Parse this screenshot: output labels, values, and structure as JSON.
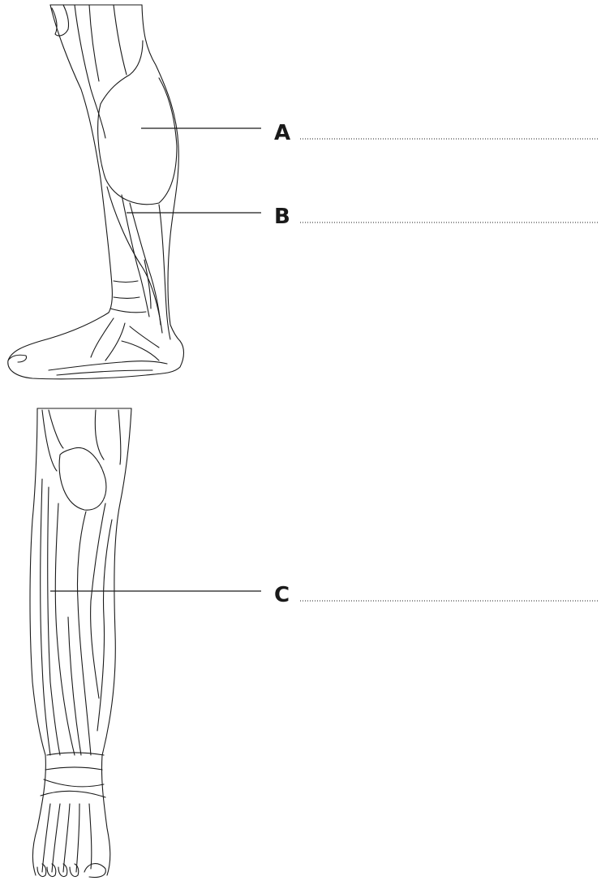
{
  "labels": [
    {
      "id": "A",
      "text": "A"
    },
    {
      "id": "B",
      "text": "B"
    },
    {
      "id": "C",
      "text": "C"
    }
  ],
  "colors": {
    "ink": "#1a1a1a",
    "background": "#ffffff"
  },
  "views": [
    "lateral-leg-view",
    "anterior-leg-view"
  ]
}
